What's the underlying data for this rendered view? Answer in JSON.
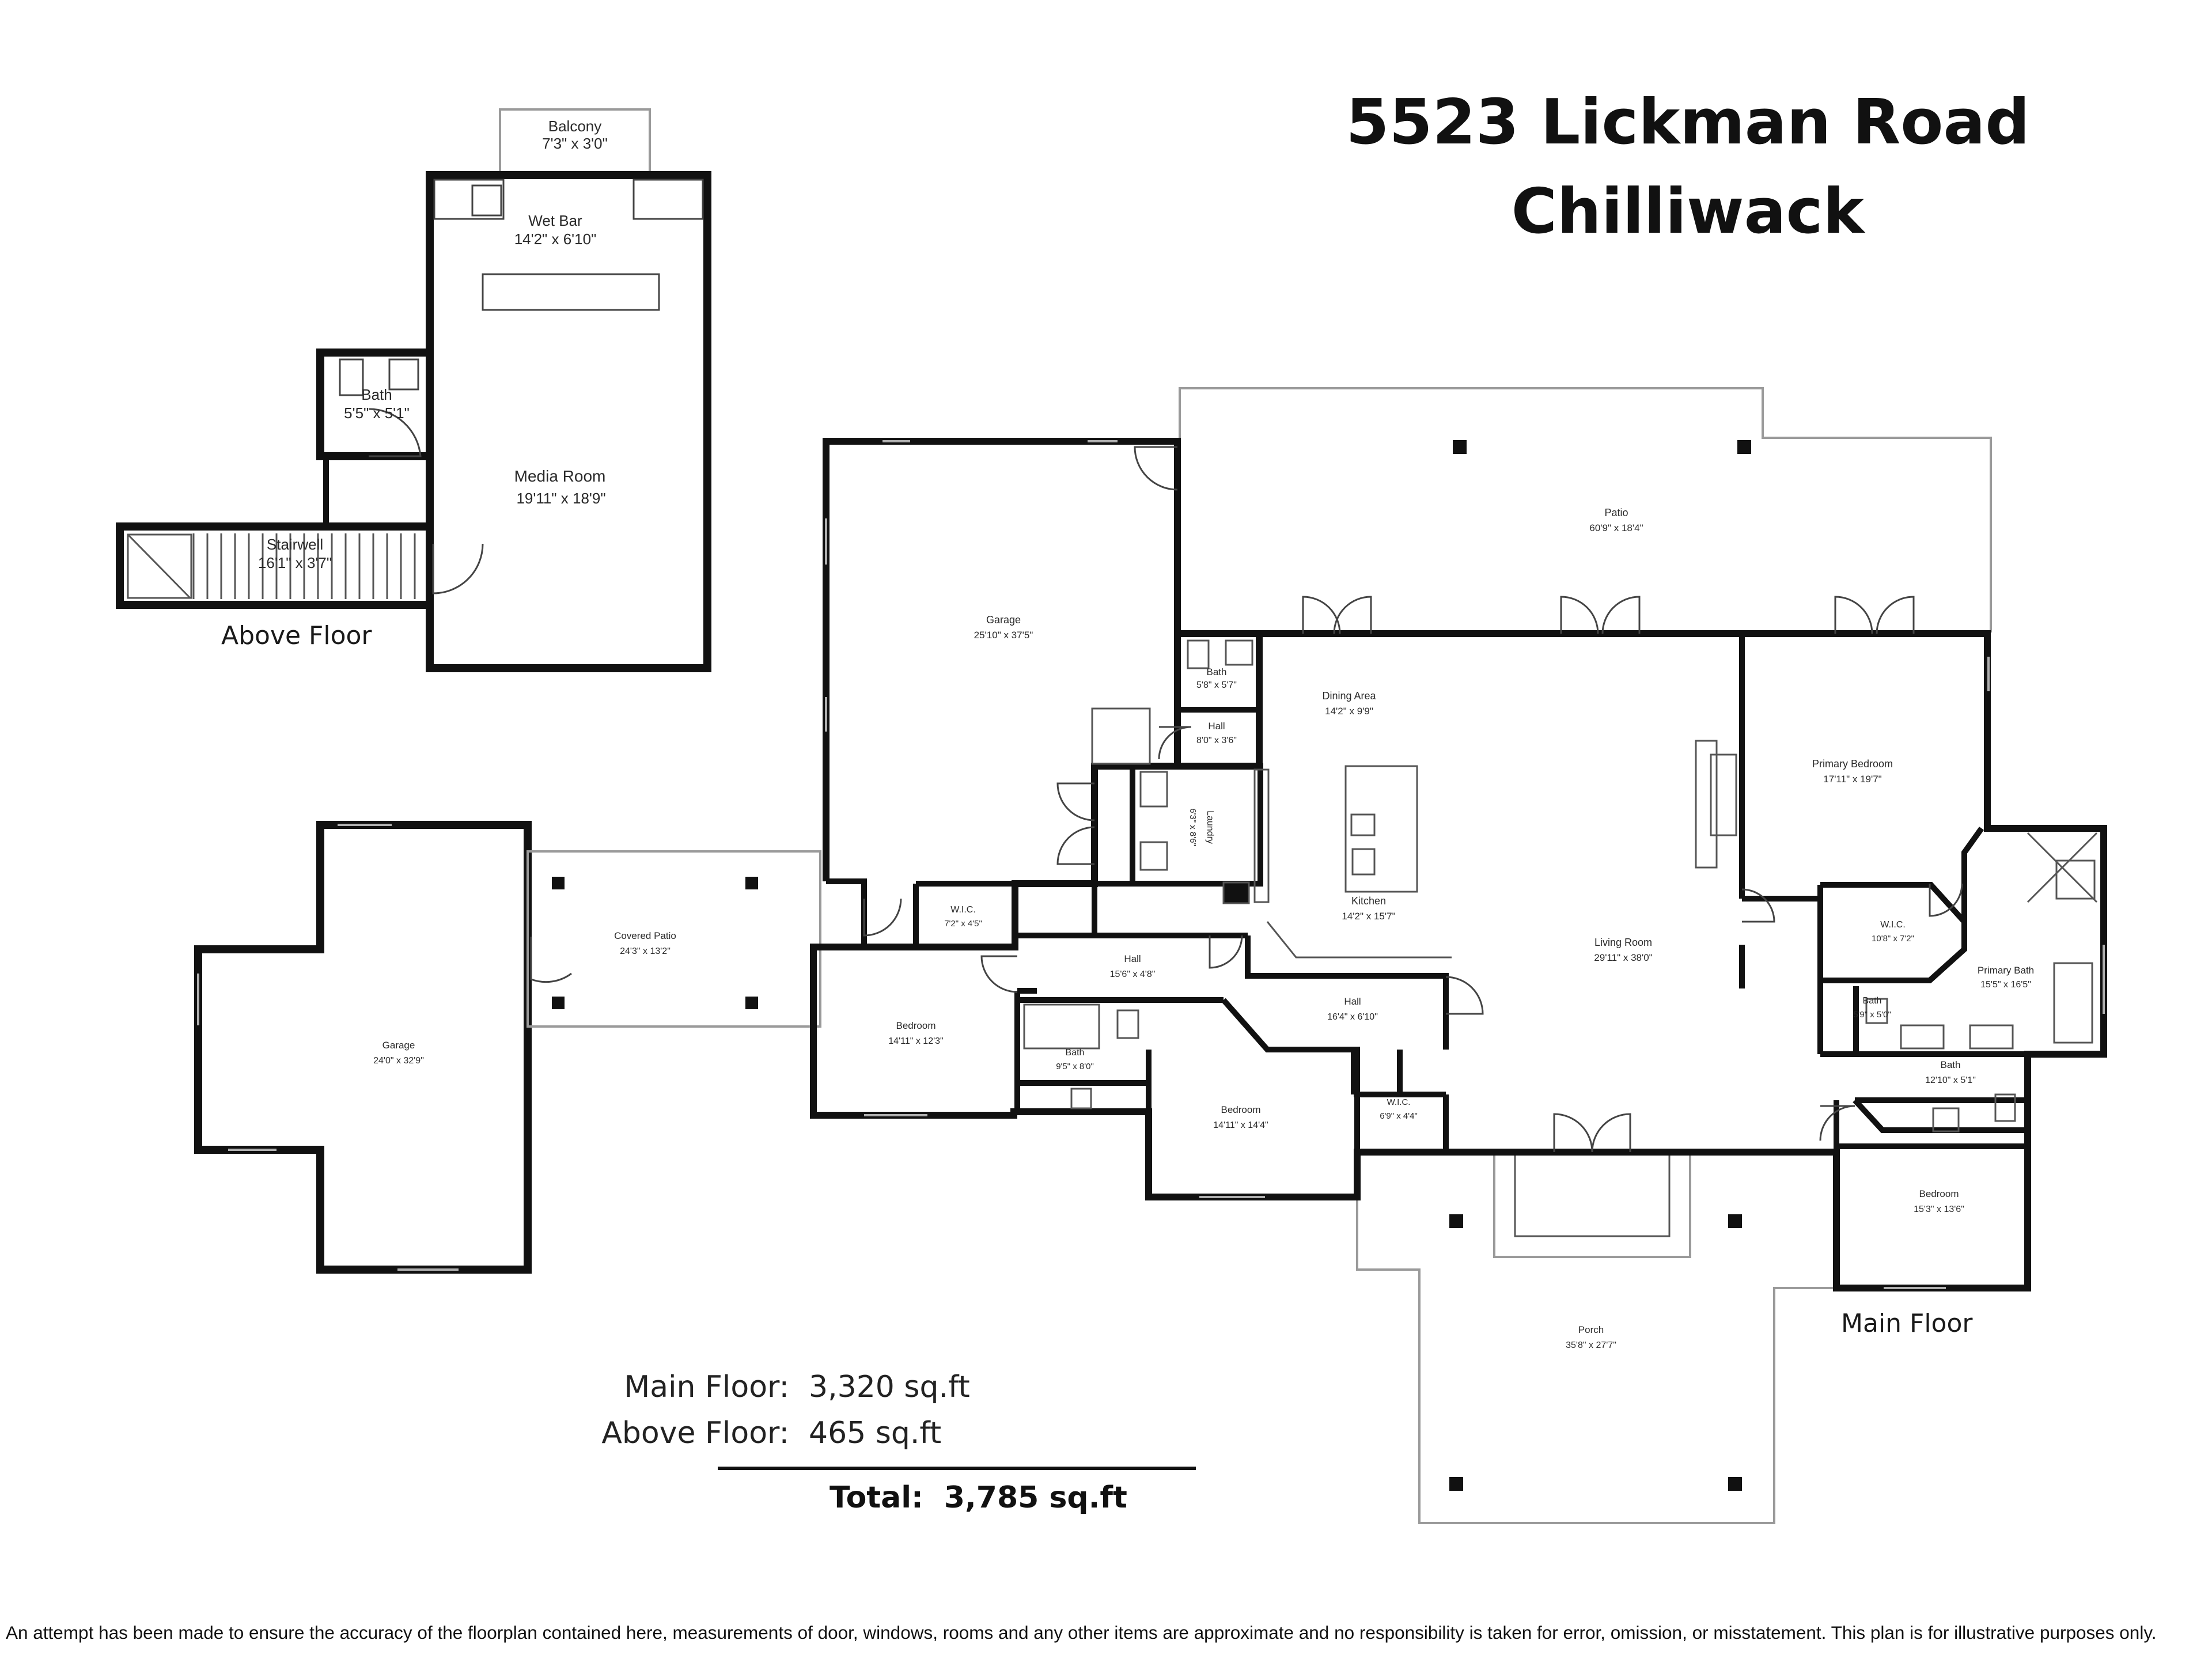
{
  "address": {
    "line1": "5523 Lickman Road",
    "line2": "Chilliwack"
  },
  "floors": {
    "above": "Above Floor",
    "main": "Main Floor"
  },
  "rooms": {
    "balcony": {
      "name": "Balcony",
      "dims": "7'3\" x 3'0\""
    },
    "wet_bar": {
      "name": "Wet Bar",
      "dims": "14'2\" x 6'10\""
    },
    "bath_upper": {
      "name": "Bath",
      "dims": "5'5\" x 5'1\""
    },
    "media_room": {
      "name": "Media Room",
      "dims": "19'11\" x 18'9\""
    },
    "stairwell": {
      "name": "Stairwell",
      "dims": "16'1\" x 3'7\""
    },
    "garage_main": {
      "name": "Garage",
      "dims": "25'10\" x 37'5\""
    },
    "patio": {
      "name": "Patio",
      "dims": "60'9\" x 18'4\""
    },
    "bath_1": {
      "name": "Bath",
      "dims": "5'8\" x 5'7\""
    },
    "hall_1": {
      "name": "Hall",
      "dims": "8'0\" x 3'6\""
    },
    "dining_area": {
      "name": "Dining Area",
      "dims": "14'2\" x 9'9\""
    },
    "primary_bedroom": {
      "name": "Primary Bedroom",
      "dims": "17'11\" x 19'7\""
    },
    "laundry": {
      "name": "Laundry",
      "dims": "6'3\" x 8'6\""
    },
    "kitchen": {
      "name": "Kitchen",
      "dims": "14'2\" x 15'7\""
    },
    "wic_1": {
      "name": "W.I.C.",
      "dims": "7'2\" x 4'5\""
    },
    "hall_2": {
      "name": "Hall",
      "dims": "15'6\" x 4'8\""
    },
    "living_room": {
      "name": "Living Room",
      "dims": "29'11\" x 38'0\""
    },
    "wic_primary": {
      "name": "W.I.C.",
      "dims": "10'8\" x 7'2\""
    },
    "primary_bath": {
      "name": "Primary Bath",
      "dims": "15'5\" x 16'5\""
    },
    "covered_patio": {
      "name": "Covered Patio",
      "dims": "24'3\" x 13'2\""
    },
    "garage_detached": {
      "name": "Garage",
      "dims": "24'0\" x 32'9\""
    },
    "bedroom_1": {
      "name": "Bedroom",
      "dims": "14'11\" x 12'3\""
    },
    "hall_3": {
      "name": "Hall",
      "dims": "16'4\" x 6'10\""
    },
    "bath_2": {
      "name": "Bath",
      "dims": "9'5\" x 8'0\""
    },
    "bath_3": {
      "name": "Bath",
      "dims": "5'9\" x 5'0\""
    },
    "bath_4": {
      "name": "Bath",
      "dims": "12'10\" x 5'1\""
    },
    "bedroom_2": {
      "name": "Bedroom",
      "dims": "14'11\" x 14'4\""
    },
    "wic_2": {
      "name": "W.I.C.",
      "dims": "6'9\" x 4'4\""
    },
    "bedroom_3": {
      "name": "Bedroom",
      "dims": "15'3\" x 13'6\""
    },
    "porch": {
      "name": "Porch",
      "dims": "35'8\" x 27'7\""
    }
  },
  "summary": {
    "main_label": "Main Floor:",
    "main_value": "3,320 sq.ft",
    "above_label": "Above Floor:",
    "above_value": "465 sq.ft",
    "total_label": "Total:",
    "total_value": "3,785 sq.ft"
  },
  "disclaimer": "An attempt has been made to ensure the accuracy of the floorplan contained here, measurements of door, windows, rooms and any other items are approximate and no responsibility is taken for error, omission, or misstatement. This plan is for illustrative purposes only.",
  "colors": {
    "wall": "#111111",
    "outline": "#9a9a9a",
    "window": "#b0b0b0"
  }
}
